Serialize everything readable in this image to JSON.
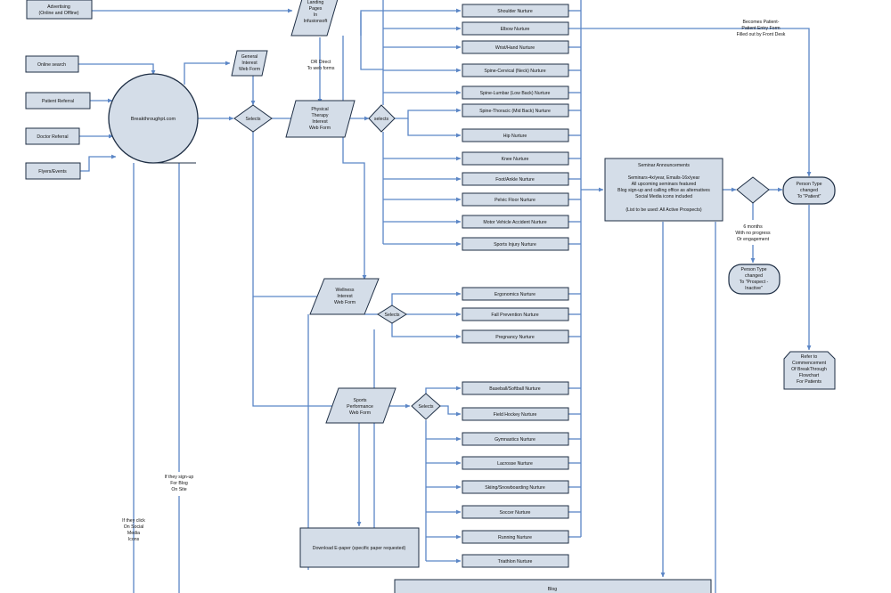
{
  "sources": {
    "advertising": [
      "Advertising",
      "(Online and Offline)"
    ],
    "online_search": "Online search",
    "patient_referral": "Patient Referral",
    "doctor_referral": "Doctor Referral",
    "flyers_events": "Flyers/Events"
  },
  "hub": "Breakthroughpt.com",
  "landing_pages": [
    "Landing",
    "Pages",
    "In",
    "Infusionsoft"
  ],
  "general_interest": [
    "General",
    "Interest",
    "Web Form"
  ],
  "or_direct": [
    "OR Direct",
    "To web forms"
  ],
  "selects_label": "Selects",
  "selects_lower": "selects",
  "pt_form": [
    "Physical",
    "Therapy",
    "Interest",
    "Web Form"
  ],
  "wellness_form": [
    "Wellness",
    "Interest",
    "Web Form"
  ],
  "sports_form": [
    "Sports",
    "Performance",
    "Web Form"
  ],
  "pt_nurtures": [
    "Shoulder Nurture",
    "Elbow Nurture",
    "Wrist/Hand Nurture",
    "Spine-Cervical (Neck) Nurture",
    "Spine-Lumbar (Low Back) Nurture",
    "Spine-Thoracic (Mid Back) Nurture",
    "Hip Nurture",
    "Knee Nurture",
    "Foot/Ankle Nurture",
    "Pelvic Floor Nurture",
    "Motor Vehicle Accident Nurture",
    "Sports Injury Nurture"
  ],
  "wellness_nurtures": [
    "Ergonomics Nurture",
    "Fall Prevention Nurture",
    "Pregnancy Nurture"
  ],
  "sports_nurtures": [
    "Baseball/Softball Nurture",
    "Field Hockey Nurture",
    "Gymnastics Nurture",
    "Lacrosse Nurture",
    "Skiing/Snowboarding Nurture",
    "Soccer Nurture",
    "Running Nurture",
    "Triathlon Nurture"
  ],
  "download": "Download E-paper (specific paper requested)",
  "blog": "Blog",
  "signup_note": [
    "If they sign-up",
    "For Blog",
    "On Site"
  ],
  "social_note": [
    "If they click",
    "On Social",
    "Media",
    "Icons"
  ],
  "seminar": [
    "Seminar Announcements",
    "",
    "Seminars-4x/year, Emails-16x/year",
    "All upcoming seminars featured",
    "Blog sign-up and calling office as alternatives",
    "Social Media icons included",
    "",
    "(List to be used: All Active Prospects)"
  ],
  "patient_note": [
    "Becomes Patient-",
    "Patient Entry Form",
    "Filled out by Front Desk"
  ],
  "person_patient": [
    "Person Type",
    "changed",
    "To \"Patient\""
  ],
  "no_progress": [
    "6 months",
    "With no progress",
    "Or engagement"
  ],
  "person_inactive": [
    "Person Type",
    "changed",
    "To \"Prospect -",
    "Inactive\""
  ],
  "refer": [
    "Refer to",
    "Commencement",
    "Of BreakThrough",
    "Flowchart",
    "For Patients"
  ]
}
